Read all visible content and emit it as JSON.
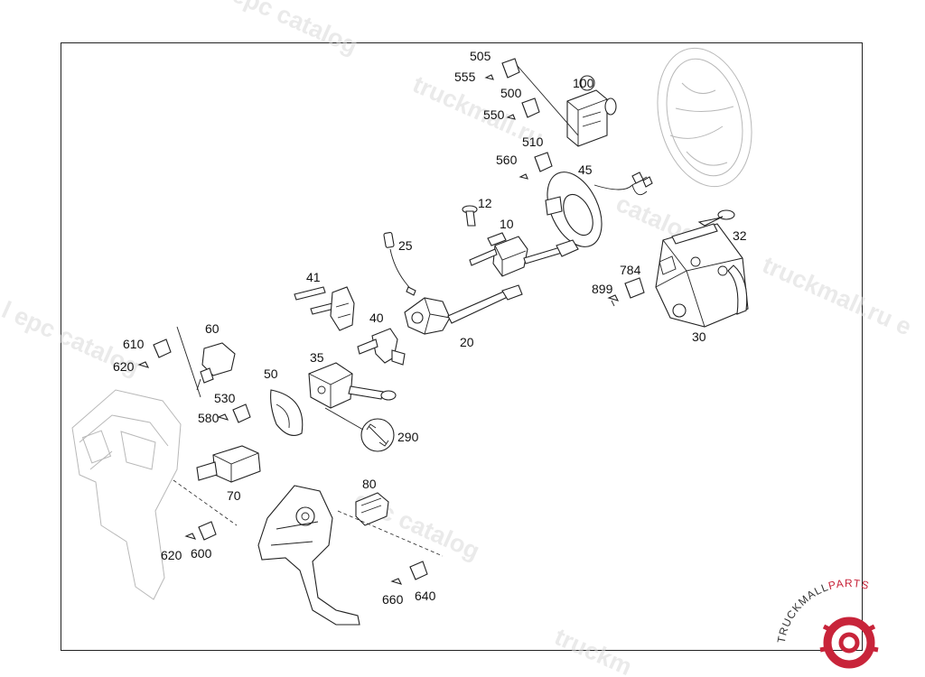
{
  "callouts": [
    {
      "label": "505"
    },
    {
      "label": "555"
    },
    {
      "label": "100"
    },
    {
      "label": "500"
    },
    {
      "label": "550"
    },
    {
      "label": "510"
    },
    {
      "label": "560"
    },
    {
      "label": "45"
    },
    {
      "label": "12"
    },
    {
      "label": "10"
    },
    {
      "label": "25"
    },
    {
      "label": "32"
    },
    {
      "label": "784"
    },
    {
      "label": "899"
    },
    {
      "label": "41"
    },
    {
      "label": "40"
    },
    {
      "label": "20"
    },
    {
      "label": "30"
    },
    {
      "label": "60"
    },
    {
      "label": "610"
    },
    {
      "label": "620"
    },
    {
      "label": "35"
    },
    {
      "label": "50"
    },
    {
      "label": "530"
    },
    {
      "label": "580"
    },
    {
      "label": "290"
    },
    {
      "label": "70"
    },
    {
      "label": "80"
    },
    {
      "label": "620"
    },
    {
      "label": "600"
    },
    {
      "label": "660"
    },
    {
      "label": "640"
    }
  ],
  "watermarks": [
    {
      "text": "epc catalog"
    },
    {
      "text": "truckmall.ru"
    },
    {
      "text": "catalog"
    },
    {
      "text": "l epc catalog"
    },
    {
      "text": "truckmall.ru e"
    },
    {
      "text": "epc catalog"
    },
    {
      "text": "truckm"
    }
  ],
  "logo": {
    "text_dark": "TRUCKMALL",
    "text_accent": "PARTS",
    "accent_color": "#c8243a",
    "dark_color": "#333333"
  }
}
